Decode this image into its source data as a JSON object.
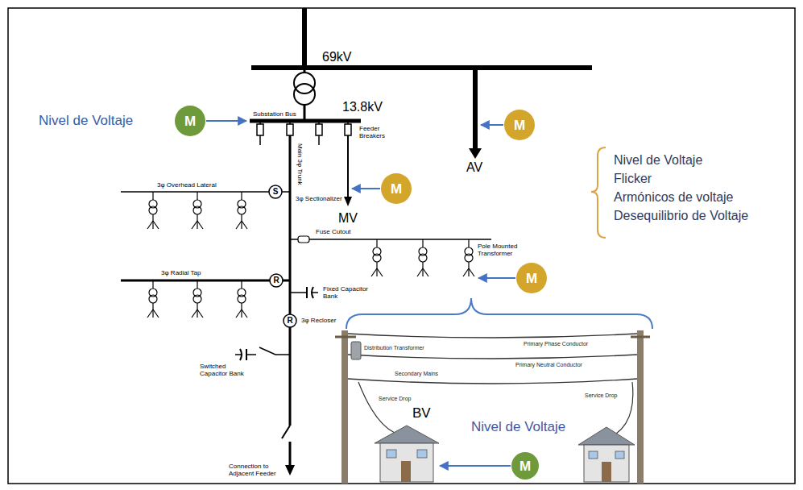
{
  "diagram": {
    "nodes": [
      {
        "text": [
          "M"
        ]
      },
      {
        "text": [
          "M"
        ]
      },
      {
        "text": [
          "M"
        ]
      },
      {
        "text": [
          "S"
        ]
      },
      {
        "text": [
          "M"
        ]
      },
      {
        "text": [
          "R"
        ]
      },
      {
        "text": [
          "R"
        ]
      },
      {
        "text": [
          "M"
        ]
      }
    ],
    "labels": [
      "69kV",
      "13.8kV",
      "Nivel de Voltaje",
      "Substation Bus",
      "Feeder Breakers",
      "AV",
      "MV",
      "Main 3φ Trunk",
      "3φ Overhead Lateral",
      "3φ Sectionalizer",
      "Fuse Cutout",
      "Pole Mounted Transformer",
      "3φ Radial Tap",
      "Fixed Capacitor Bank",
      "3φ Recloser",
      "Switched Capacitor Bank",
      "Connection to Adjacent Feeder",
      "Nivel de Voltaje",
      "Flicker",
      "Armónicos de voltaje",
      "Desequilibrio de Voltaje",
      "Distribution Transformer",
      "Primary Phase Conductor",
      "Primary Neutral Conductor",
      "Secondary Mains",
      "Service Drop",
      "Service Drop",
      "BV",
      "Nivel de Voltaje"
    ]
  }
}
